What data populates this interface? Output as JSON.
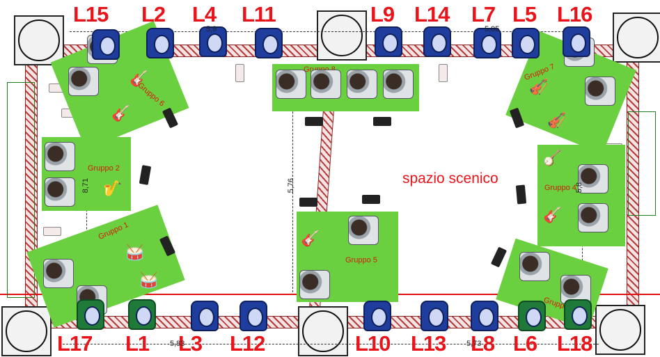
{
  "speaker_labels": {
    "top": [
      "L15",
      "L2",
      "L4",
      "L11",
      "L9",
      "L14",
      "L7",
      "L5",
      "L16"
    ],
    "bottom": [
      "L17",
      "L1",
      "L3",
      "L12",
      "L10",
      "L13",
      "L8",
      "L6",
      "L18"
    ]
  },
  "groups": {
    "g1": "Gruppo 1",
    "g2": "Gruppo 2",
    "g3": "Gruppo 3",
    "g4": "Gruppo 4",
    "g5": "Gruppo 5",
    "g6": "Gruppo 6",
    "g7": "Gruppo 7",
    "g8": "Gruppo 8"
  },
  "stage_label": "spazio scenico",
  "dimensions": {
    "d_top": "5,9",
    "d_top_right": "5,85",
    "d_left": "8,71",
    "d_center": "5,76",
    "d_right": "5,8",
    "d_bottom_left": "5,83",
    "d_bottom_right": "5,73"
  },
  "colors": {
    "label_red": "#e8141a",
    "zone_green": "#6bd040",
    "speaker_blue": "#1f3d9c",
    "truss_red": "#b83a3a"
  }
}
